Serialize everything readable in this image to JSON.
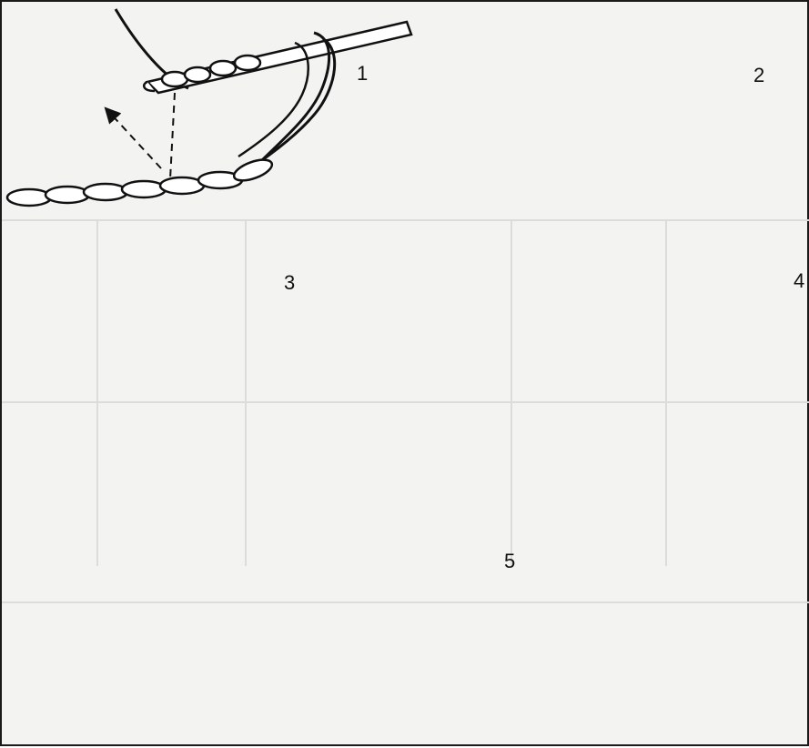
{
  "figure": {
    "steps": [
      {
        "number": "1"
      },
      {
        "number": "2"
      },
      {
        "number": "3"
      },
      {
        "number": "4"
      },
      {
        "number": "5"
      }
    ],
    "colors": {
      "ink": "#111111",
      "yarn_fill": "#ffffff",
      "paper": "#f3f3f1",
      "ghost_text": "#cfcfcc"
    }
  }
}
